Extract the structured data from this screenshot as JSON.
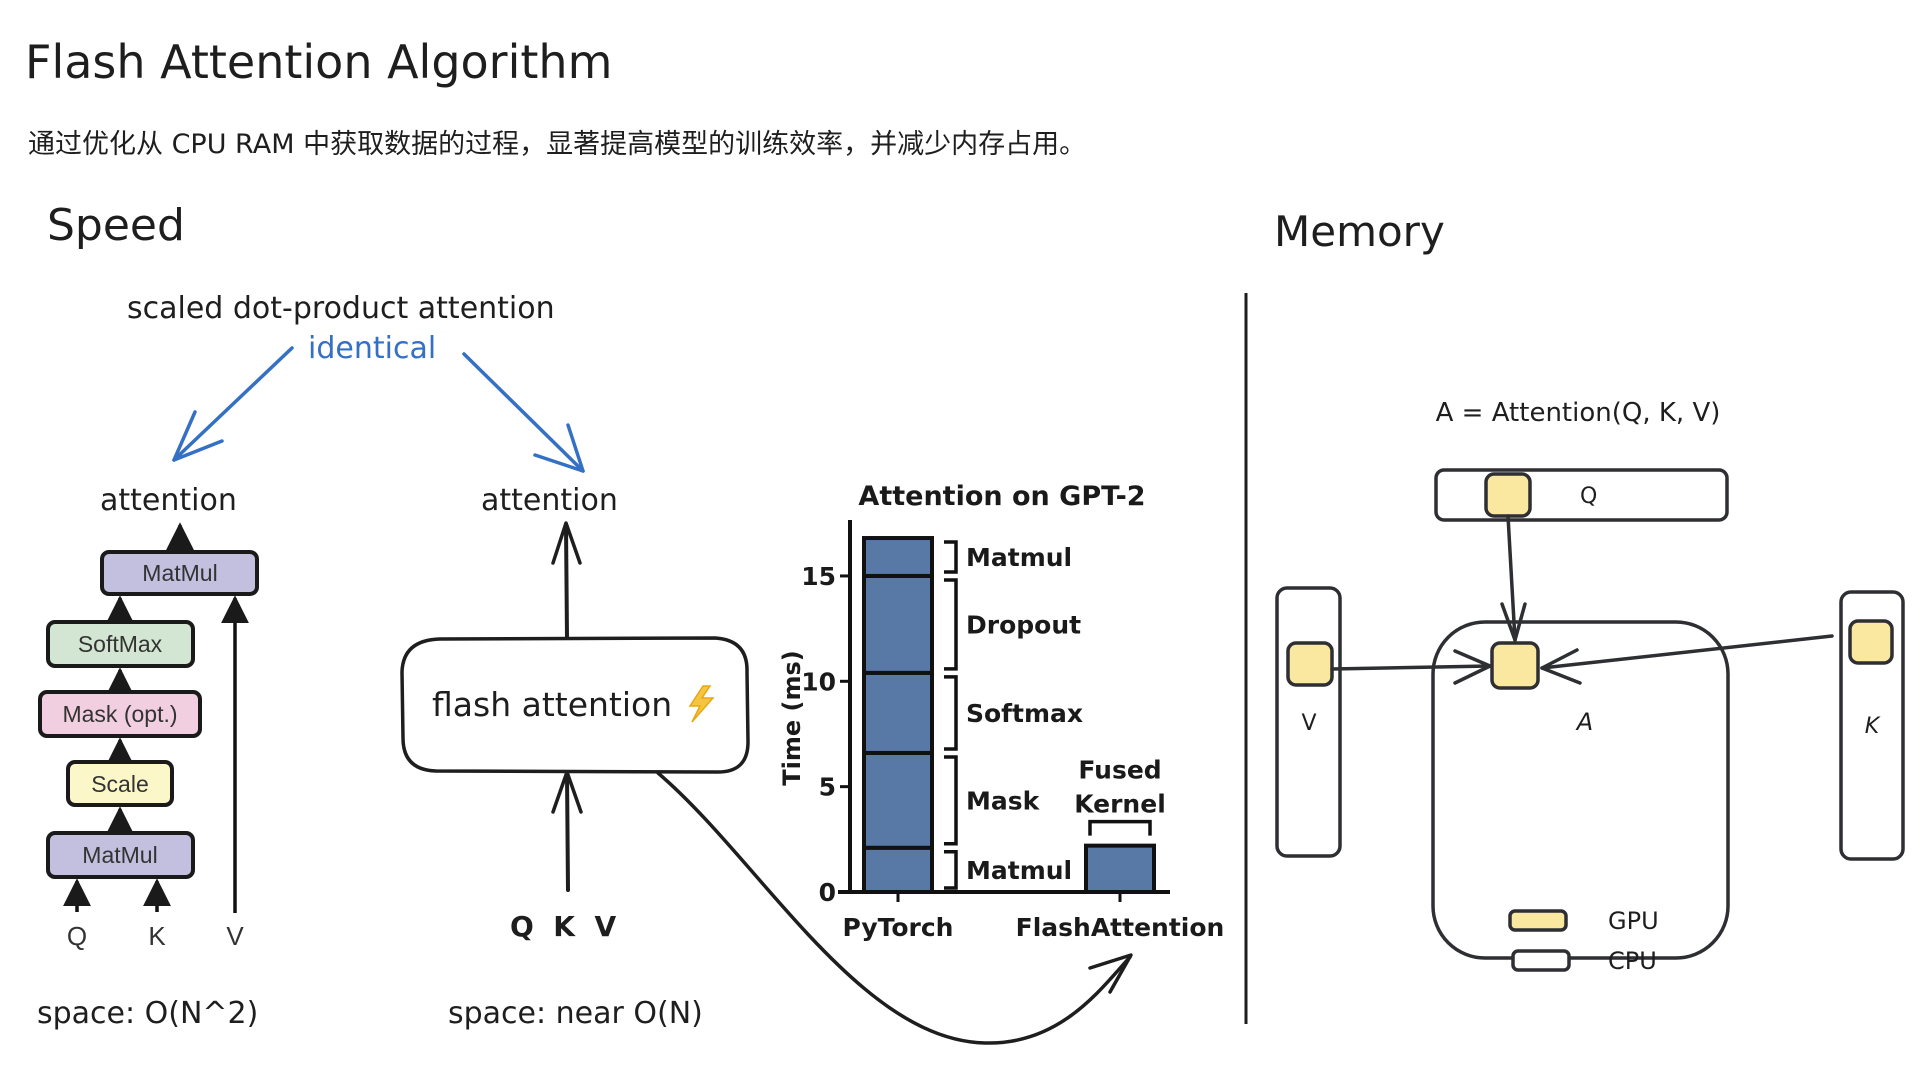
{
  "header": {
    "title": "Flash Attention Algorithm",
    "subtitle": "通过优化从 CPU RAM 中获取数据的过程，显著提高模型的训练效率，并减少内存占用。"
  },
  "speed": {
    "heading": "Speed",
    "root_label": "scaled dot-product attention",
    "identical_label": "identical",
    "standard": {
      "output_label": "attention",
      "blocks": [
        {
          "label": "MatMul",
          "color": "#c3bfdf"
        },
        {
          "label": "SoftMax",
          "color": "#d3e6d3"
        },
        {
          "label": "Mask (opt.)",
          "color": "#f2cfe0"
        },
        {
          "label": "Scale",
          "color": "#fbf7c8"
        },
        {
          "label": "MatMul",
          "color": "#c3bfdf"
        }
      ],
      "inputs": [
        "Q",
        "K",
        "V"
      ],
      "space_label": "space: O(N^2)"
    },
    "flash": {
      "output_label": "attention",
      "box_label": "flash attention",
      "icon": "lightning-icon",
      "inputs_label": "Q  K  V",
      "space_label": "space: near O(N)"
    }
  },
  "chart_data": {
    "type": "bar",
    "stacked": true,
    "title": "Attention on GPT-2",
    "ylabel": "Time (ms)",
    "xlabel": "",
    "categories": [
      "PyTorch",
      "FlashAttention"
    ],
    "ylim": [
      0,
      17.5
    ],
    "yticks": [
      0,
      5,
      10,
      15
    ],
    "bar_color": "#5878a6",
    "grid": false,
    "series": [
      {
        "category": "PyTorch",
        "segments": [
          {
            "name": "Matmul",
            "value": 2.1
          },
          {
            "name": "Mask",
            "value": 4.5
          },
          {
            "name": "Softmax",
            "value": 3.8
          },
          {
            "name": "Dropout",
            "value": 4.6
          },
          {
            "name": "Matmul",
            "value": 1.8
          }
        ]
      },
      {
        "category": "FlashAttention",
        "segments": [
          {
            "name": "Fused Kernel",
            "value": 2.2
          }
        ]
      }
    ],
    "annotations": [
      "Matmul",
      "Dropout",
      "Softmax",
      "Mask",
      "Matmul",
      "Fused",
      "Kernel"
    ]
  },
  "memory": {
    "heading": "Memory",
    "formula": "A = Attention(Q, K, V)",
    "matrices": {
      "q": "Q",
      "k": "K",
      "v": "V",
      "a": "A"
    },
    "colors": {
      "gpu": "#fbe8a0",
      "cpu": "#ffffff",
      "stroke": "#2e2f33"
    },
    "legend": [
      {
        "label": "GPU",
        "kind": "gpu"
      },
      {
        "label": "CPU",
        "kind": "cpu"
      }
    ]
  }
}
